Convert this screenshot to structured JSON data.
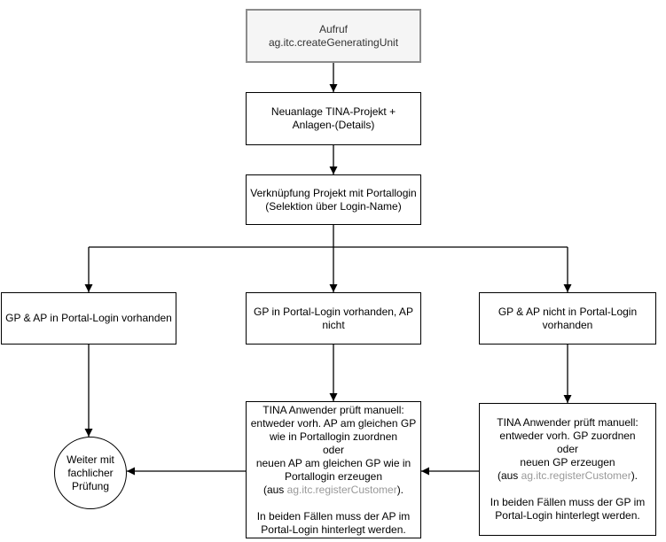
{
  "colors": {
    "start_fill": "#f5f5f5",
    "start_stroke": "#8c8c8c",
    "start_text": "#333333",
    "code_text": "#999999",
    "node_stroke": "#000000",
    "edge_color": "#000000"
  },
  "nodes": {
    "start": {
      "text": "Aufruf\nag.itc.createGeneratingUnit"
    },
    "neuanlage": {
      "text": "Neuanlage TINA-Projekt +\nAnlagen-(Details)"
    },
    "verknuepfung": {
      "text": "Verknüpfung Projekt mit Portallogin\n(Selektion über Login-Name)"
    },
    "case_both": {
      "text": "GP & AP in Portal-Login vorhanden"
    },
    "case_gp_only": {
      "text": "GP in Portal-Login vorhanden, AP\nnicht"
    },
    "case_none": {
      "text": "GP & AP nicht in Portal-Login\nvorhanden"
    },
    "end_circle": {
      "text": "Weiter mit\nfachlicher\nPrüfung"
    },
    "manual_ap": {
      "text_before": "TINA Anwender prüft manuell:\nentweder vorh. AP am gleichen GP\nwie in Portallogin zuordnen\noder\nneuen AP am gleichen GP wie in\nPortallogin erzeugen\n(aus ",
      "code": "ag.itc.registerCustomer",
      "text_after": ").\n\nIn beiden Fällen muss der AP im\nPortal-Login hinterlegt werden."
    },
    "manual_gp": {
      "text_before": "TINA Anwender prüft manuell:\nentweder vorh. GP zuordnen\noder\nneuen GP erzeugen\n(aus ",
      "code": "ag.itc.registerCustomer",
      "text_after": ").\n\nIn beiden Fällen muss der GP im\nPortal-Login hinterlegt werden."
    }
  },
  "edges": [
    {
      "from": "start",
      "to": "neuanlage"
    },
    {
      "from": "neuanlage",
      "to": "verknuepfung"
    },
    {
      "from": "verknuepfung",
      "to": "case_both"
    },
    {
      "from": "verknuepfung",
      "to": "case_gp_only"
    },
    {
      "from": "verknuepfung",
      "to": "case_none"
    },
    {
      "from": "case_both",
      "to": "end_circle"
    },
    {
      "from": "case_gp_only",
      "to": "manual_ap"
    },
    {
      "from": "case_none",
      "to": "manual_gp"
    },
    {
      "from": "manual_gp",
      "to": "manual_ap"
    },
    {
      "from": "manual_ap",
      "to": "end_circle"
    }
  ]
}
